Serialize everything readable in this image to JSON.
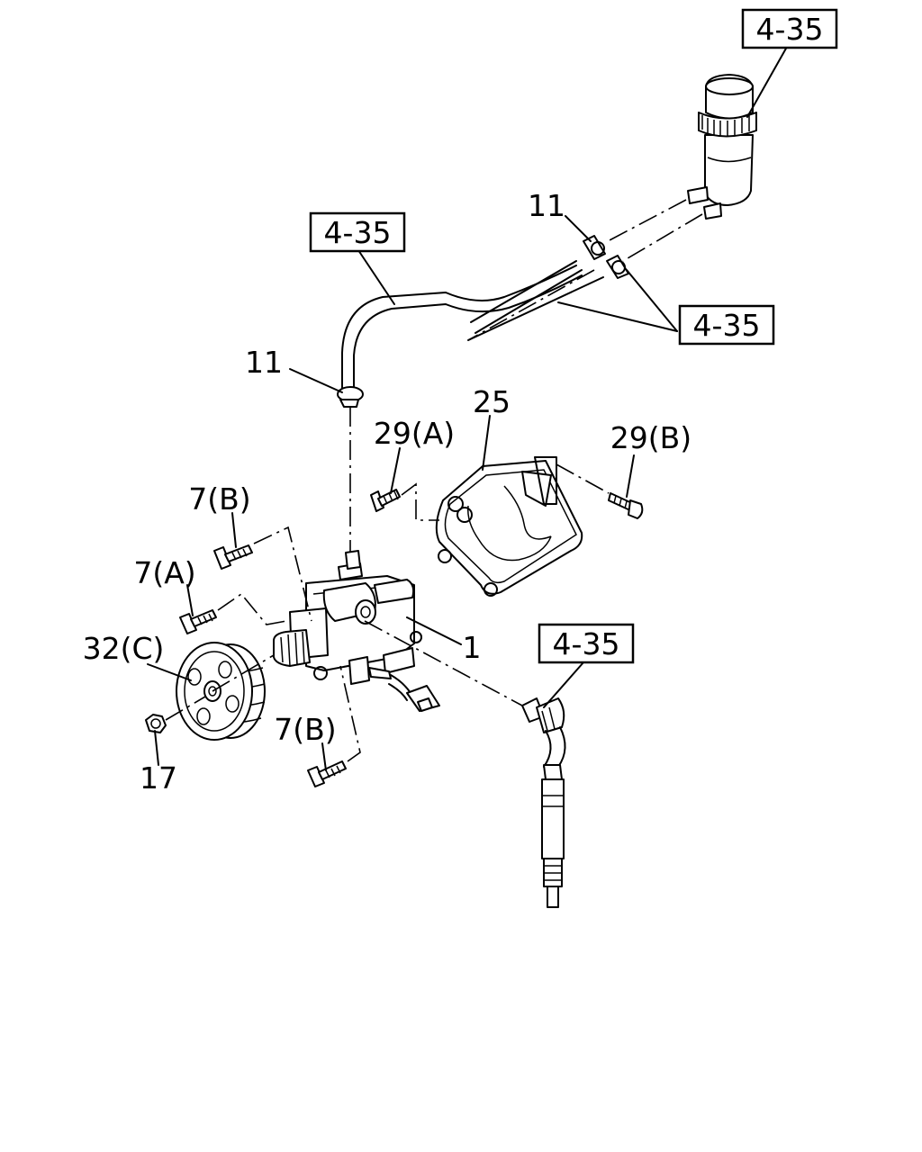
{
  "diagram": {
    "refs": {
      "reservoir": "4-35",
      "return_hose": "4-35",
      "suction_hose": "4-35",
      "pressure_hose": "4-35"
    },
    "callouts": {
      "pump": "1",
      "bolt_7a": "7(A)",
      "bolt_7b_top": "7(B)",
      "bolt_7b_bottom": "7(B)",
      "clamp_11_top": "11",
      "clamp_11_left": "11",
      "nut_17": "17",
      "bracket_25": "25",
      "bolt_29a": "29(A)",
      "bolt_29b": "29(B)",
      "pulley_32c": "32(C)"
    }
  }
}
